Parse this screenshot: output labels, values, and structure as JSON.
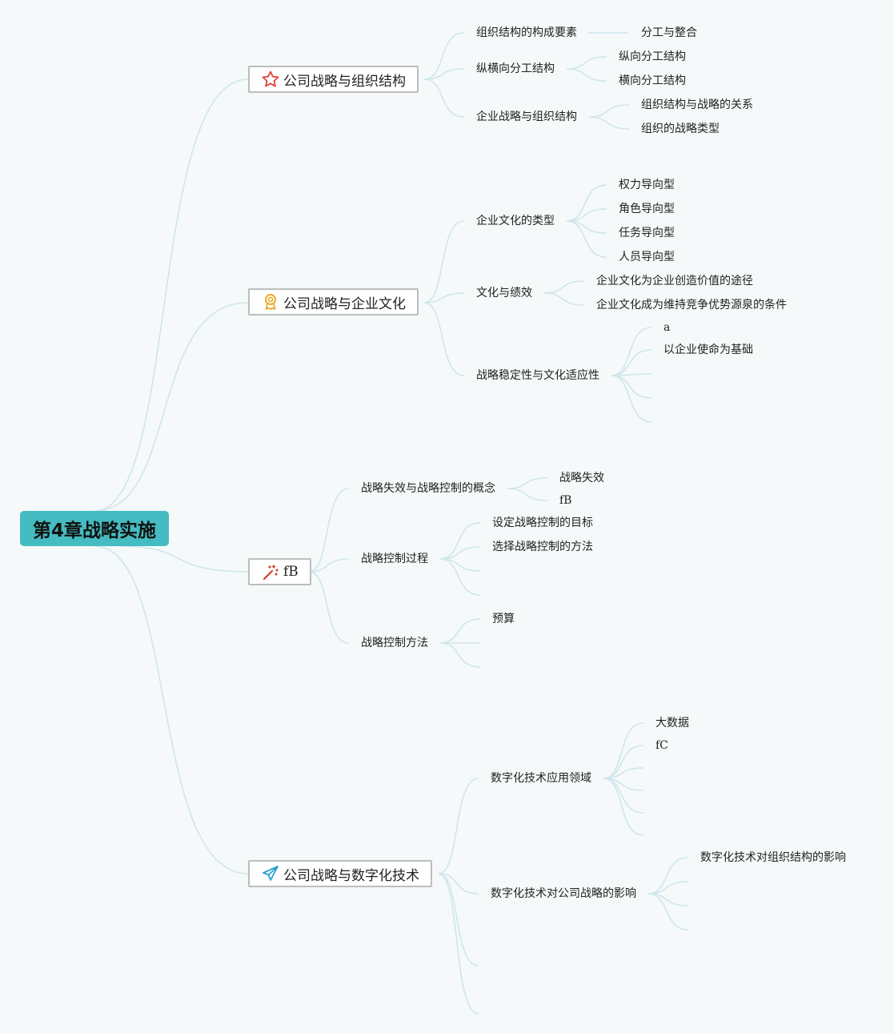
{
  "root": {
    "label": "第4章战略实施"
  },
  "branches": [
    {
      "label": "公司战略与组织结构",
      "icon": "star-icon",
      "children": [
        {
          "label": "组织结构的构成要素",
          "children": [
            "分工与整合"
          ]
        },
        {
          "label": "纵横向分工结构",
          "children": [
            "纵向分工结构",
            "横向分工结构"
          ]
        },
        {
          "label": "企业战略与组织结构",
          "children": [
            "组织结构与战略的关系",
            "组织的战略类型"
          ]
        }
      ]
    },
    {
      "label": "公司战略与企业文化",
      "icon": "award-ribbon-icon",
      "children": [
        {
          "label": "企业文化的类型",
          "children": [
            "权力导向型",
            "角色导向型",
            "任务导向型",
            "人员导向型"
          ]
        },
        {
          "label": "文化与绩效",
          "children": [
            "企业文化为企业创造价值的途径",
            "企业文化成为维持竞争优势源泉的条件"
          ]
        },
        {
          "label": "战略稳定性与文化适应性",
          "children": [
            "a",
            "以企业使命为基础"
          ]
        }
      ]
    },
    {
      "label": "fB",
      "icon": "magic-wand-icon",
      "children": [
        {
          "label": "战略失效与战略控制的概念",
          "children": [
            "战略失效",
            "fB"
          ]
        },
        {
          "label": "战略控制过程",
          "children": [
            "设定战略控制的目标",
            "选择战略控制的方法"
          ]
        },
        {
          "label": "战略控制方法",
          "children": [
            "预算"
          ]
        }
      ]
    },
    {
      "label": "公司战略与数字化技术",
      "icon": "paper-plane-icon",
      "children": [
        {
          "label": "数字化技术应用领域",
          "children": [
            "大数据",
            "fC"
          ]
        },
        {
          "label": "数字化技术对公司战略的影响",
          "children": [
            "数字化技术对组织结构的影响"
          ]
        }
      ]
    }
  ]
}
